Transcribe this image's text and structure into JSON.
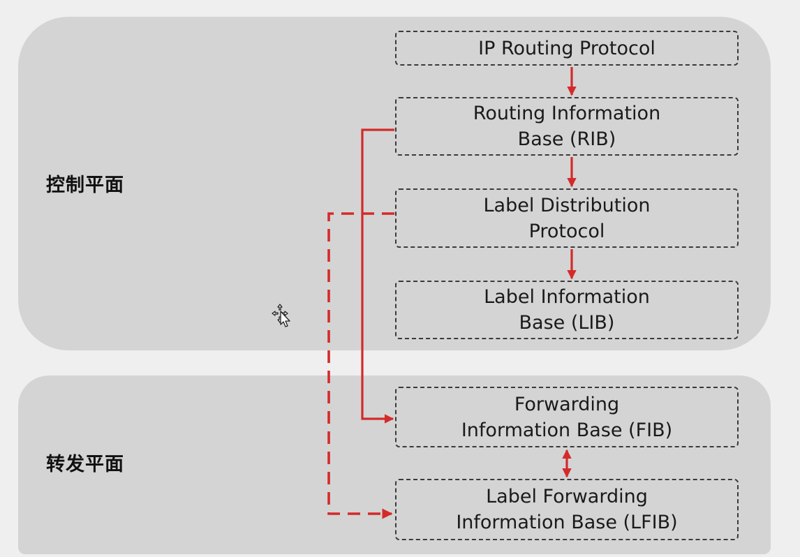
{
  "planes": {
    "control_label": "控制平面",
    "forwarding_label": "转发平面"
  },
  "boxes": {
    "ip_routing_protocol": "IP Routing Protocol",
    "rib_line1": "Routing Information",
    "rib_line2": "Base (RIB)",
    "ldp_line1": "Label Distribution",
    "ldp_line2": "Protocol",
    "lib_line1": "Label Information",
    "lib_line2": "Base (LIB)",
    "fib_line1": "Forwarding",
    "fib_line2": "Information Base (FIB)",
    "lfib_line1": "Label Forwarding",
    "lfib_line2": "Information Base (LFIB)"
  },
  "colors": {
    "arrow": "#d42a2a",
    "plane_fill": "#d4d4d4",
    "background": "#efefef",
    "box_border": "#3a3a3a"
  }
}
